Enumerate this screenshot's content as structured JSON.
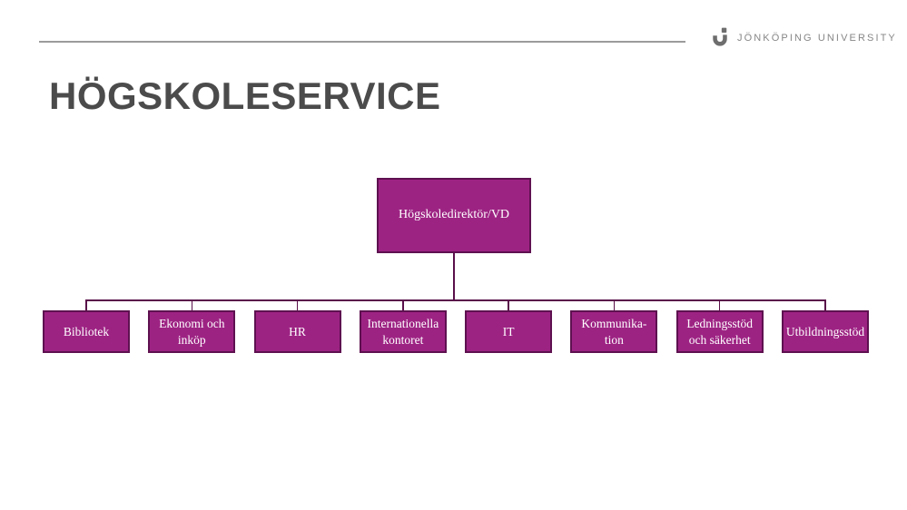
{
  "header": {
    "logo_text": "JÖNKÖPING UNIVERSITY",
    "logo_icon": "ju-j-mark",
    "rule_color": "#9b9b9b",
    "logo_color": "#878787"
  },
  "page_title": "HÖGSKOLESERVICE",
  "org_chart": {
    "root": {
      "label": "Högskoledirektör/VD"
    },
    "children": [
      {
        "label": "Bibliotek"
      },
      {
        "label": "Ekonomi och\ninköp"
      },
      {
        "label": "HR"
      },
      {
        "label": "Internationella\nkontoret"
      },
      {
        "label": "IT"
      },
      {
        "label": "Kommunika-\ntion"
      },
      {
        "label": "Ledningsstöd\noch säkerhet"
      },
      {
        "label": "Utbildningsstöd"
      }
    ],
    "colors": {
      "box_fill": "#9d2383",
      "box_border": "#5e1150",
      "connector": "#5a104a",
      "box_text": "#ffffff",
      "title_text": "#4b4b4b"
    }
  }
}
